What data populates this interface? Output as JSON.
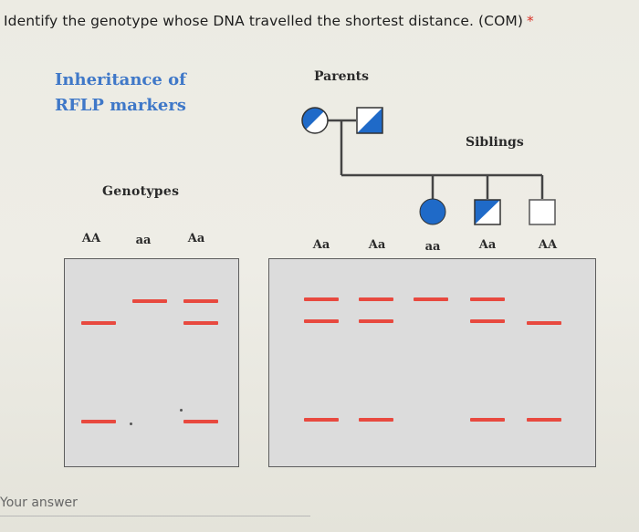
{
  "question": {
    "text": "Identify the genotype whose DNA travelled the shortest distance. (COM)",
    "required_mark": "*"
  },
  "figure": {
    "title_line1": "Inheritance of",
    "title_line2": "RFLP markers",
    "parents_label": "Parents",
    "siblings_label": "Siblings",
    "genotypes_label": "Genotypes",
    "left_lanes": [
      "AA",
      "aa",
      "Aa"
    ],
    "right_lanes": [
      "Aa",
      "Aa",
      "aa",
      "Aa",
      "AA"
    ]
  },
  "answer": {
    "placeholder": "Your answer"
  },
  "colors": {
    "band": "#e8493f",
    "pedigree_blue": "#1f6ac8",
    "title_blue": "#3f78c8"
  }
}
